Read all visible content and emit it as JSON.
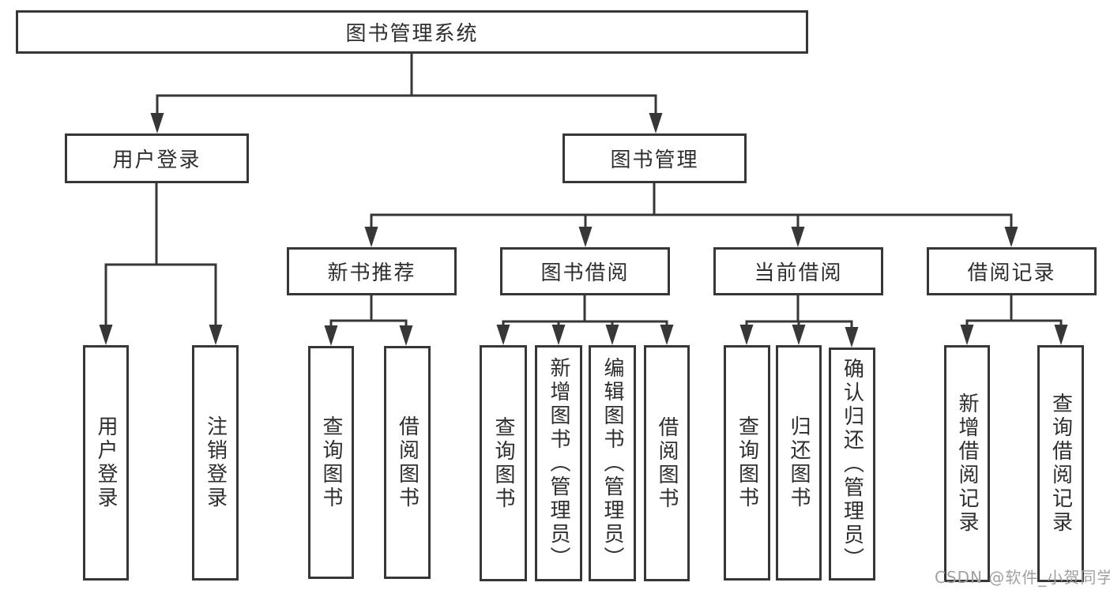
{
  "diagram": {
    "root": "图书管理系统",
    "branches": [
      {
        "label": "用户登录",
        "children": [
          {
            "label": "用户登录"
          },
          {
            "label": "注销登录"
          }
        ]
      },
      {
        "label": "图书管理",
        "children": [
          {
            "label": "新书推荐",
            "children": [
              {
                "label": "查询图书"
              },
              {
                "label": "借阅图书"
              }
            ]
          },
          {
            "label": "图书借阅",
            "children": [
              {
                "label": "查询图书"
              },
              {
                "label": "新增图书（管理员）"
              },
              {
                "label": "编辑图书（管理员）"
              },
              {
                "label": "借阅图书"
              }
            ]
          },
          {
            "label": "当前借阅",
            "children": [
              {
                "label": "查询图书"
              },
              {
                "label": "归还图书"
              },
              {
                "label": "确认归还（管理员）"
              }
            ]
          },
          {
            "label": "借阅记录",
            "children": [
              {
                "label": "新增借阅记录"
              },
              {
                "label": "查询借阅记录"
              }
            ]
          }
        ]
      }
    ]
  },
  "watermark": "CSDN @软件_小贺同学",
  "colors": {
    "line": "#373737",
    "text": "#2e2e2e",
    "watermark": "#a0a0a0",
    "background": "#ffffff"
  }
}
